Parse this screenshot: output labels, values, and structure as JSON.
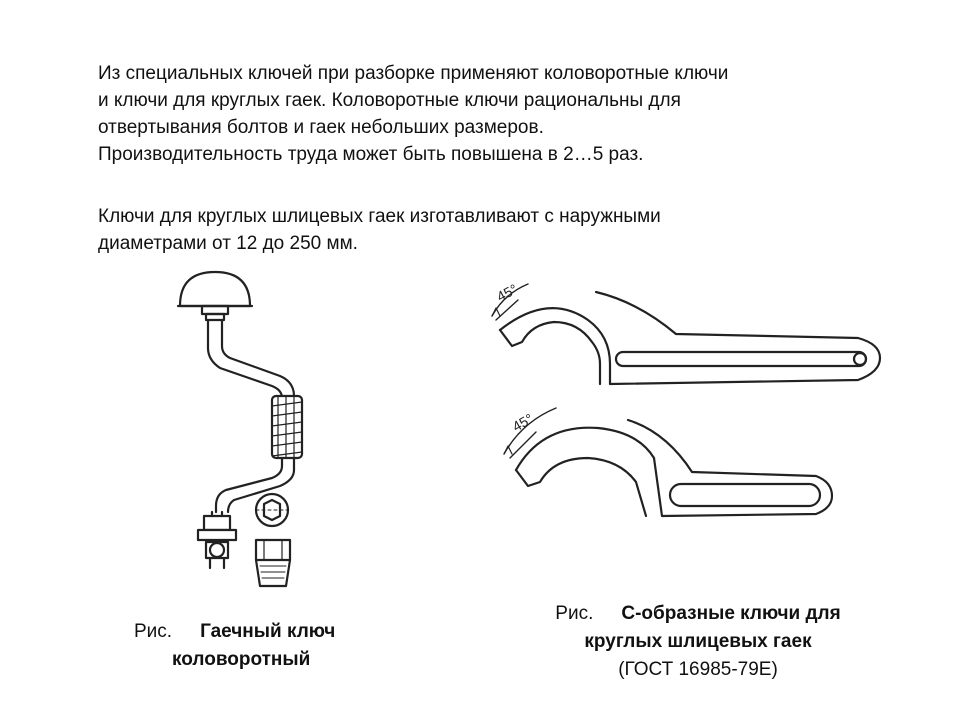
{
  "paragraph1": [
    "Из специальных ключей при разборке применяют коловоротные ключи",
    "и ключи для круглых гаек. Коловоротные ключи рациональны для",
    "отвертывания болтов и гаек небольших размеров.",
    "Производительность труда может быть повышена в 2…5 раз."
  ],
  "paragraph2": [
    "Ключи для круглых шлицевых гаек изготавливают с наружными",
    "диаметрами от 12 до 250 мм."
  ],
  "caption_left": {
    "prefix": "Рис.",
    "line1": "Гаечный ключ",
    "line2": "коловоротный"
  },
  "caption_right": {
    "prefix": "Рис.",
    "line1": "С-образные ключи для",
    "line2": "круглых шлицевых гаек",
    "line3": "(ГОСТ 16985-79Е)"
  },
  "figure_right": {
    "angle_label_top": "45°",
    "angle_label_bottom": "45°"
  }
}
